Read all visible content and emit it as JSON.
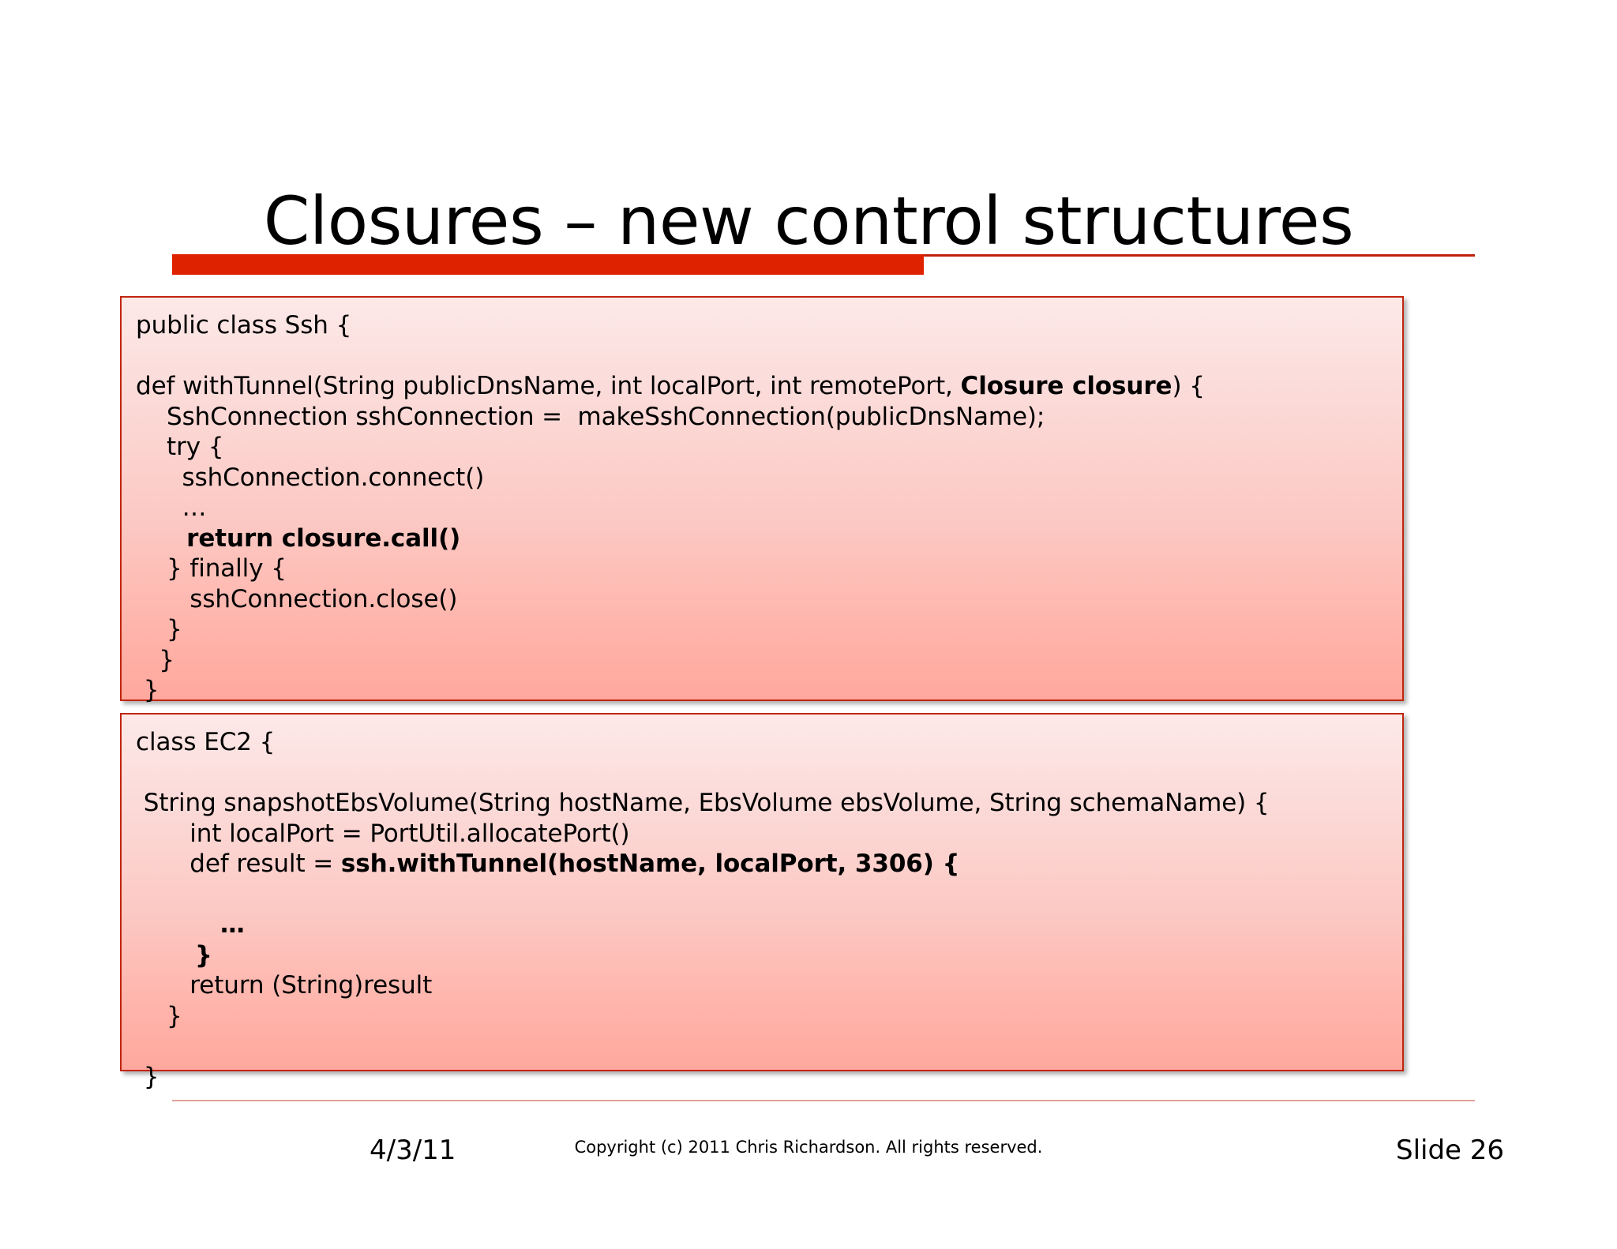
{
  "slide": {
    "title": "Closures – new control structures",
    "accent_color": "#DE2200",
    "rule_color": "#C1200B",
    "code_border_color": "#C0250D",
    "code_bg_top": "#FDE9E8",
    "code_bg_bottom": "#FFA89E"
  },
  "code_blocks": [
    {
      "name": "ssh-class",
      "lines": [
        {
          "text": "public class Ssh {"
        },
        {
          "text": ""
        },
        {
          "segments": [
            {
              "text": "def withTunnel(String publicDnsName, int localPort, int remotePort, ",
              "bold": false
            },
            {
              "text": "Closure closure",
              "bold": true
            },
            {
              "text": ") {",
              "bold": false
            }
          ]
        },
        {
          "text": "    SshConnection sshConnection =  makeSshConnection(publicDnsName);"
        },
        {
          "text": "    try {"
        },
        {
          "text": "      sshConnection.connect()"
        },
        {
          "text": "      …"
        },
        {
          "segments": [
            {
              "text": "      return closure.call()",
              "bold": true
            }
          ]
        },
        {
          "text": "    } finally {"
        },
        {
          "text": "       sshConnection.close()"
        },
        {
          "text": "    }"
        },
        {
          "text": "   }"
        },
        {
          "text": " }"
        }
      ]
    },
    {
      "name": "ec2-class",
      "lines": [
        {
          "text": "class EC2 {"
        },
        {
          "text": ""
        },
        {
          "text": " String snapshotEbsVolume(String hostName, EbsVolume ebsVolume, String schemaName) {"
        },
        {
          "text": "       int localPort = PortUtil.allocatePort()"
        },
        {
          "segments": [
            {
              "text": "       def result = ",
              "bold": false
            },
            {
              "text": "ssh.withTunnel(hostName, localPort, 3306) {",
              "bold": true
            }
          ]
        },
        {
          "text": ""
        },
        {
          "segments": [
            {
              "text": "          …",
              "bold": true
            }
          ]
        },
        {
          "segments": [
            {
              "text": "       }",
              "bold": true
            }
          ]
        },
        {
          "text": "       return (String)result"
        },
        {
          "text": "    }"
        },
        {
          "text": ""
        },
        {
          "text": " }"
        }
      ]
    }
  ],
  "footer": {
    "date": "4/3/11",
    "copyright": "Copyright (c)  2011 Chris Richardson. All rights reserved.",
    "slide_number": "Slide 26"
  }
}
